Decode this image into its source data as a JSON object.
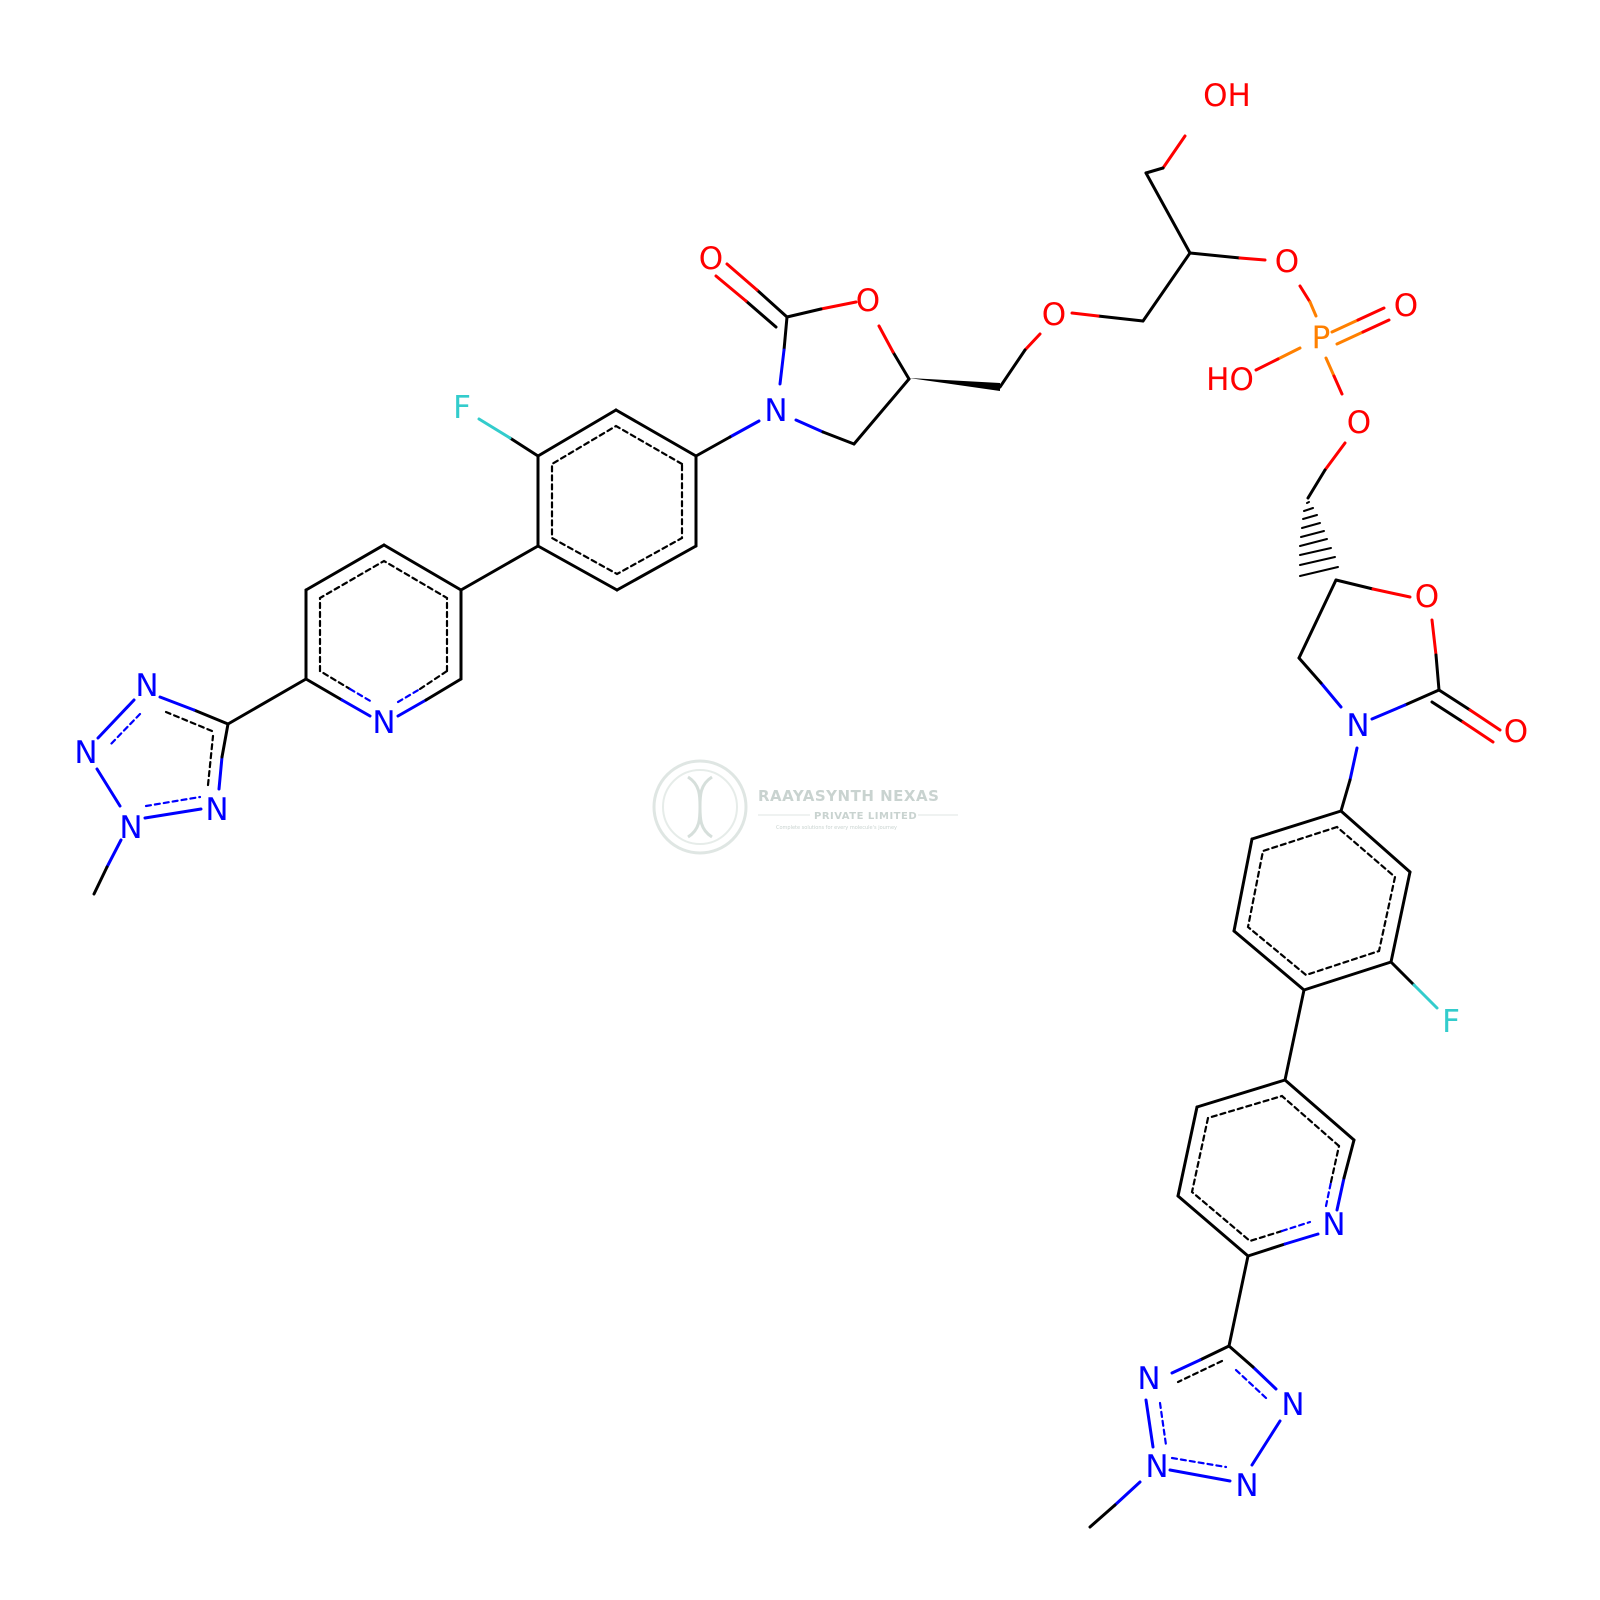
{
  "colors": {
    "bond": "#000000",
    "nitrogen": "#0000ff",
    "oxygen": "#ff0000",
    "fluorine": "#33cccc",
    "phosphorus": "#ff8000",
    "watermark": "#c9d3d0"
  },
  "watermark": {
    "company": "RAAYASYNTH NEXAS",
    "subtitle": "PRIVATE LIMITED",
    "tagline": "Complete solutions for every molecule's journey"
  },
  "labels": {
    "oh_top": "OH",
    "o_glycerol_ester": "O",
    "p": "P",
    "o_p_double": "O",
    "oh_phosphate": "HO",
    "o_phosphate_ester": "O",
    "o_ether": "O",
    "o_carbonyl_left": "O",
    "o_ring_left": "O",
    "n_oxazolidinone_left": "N",
    "f_left": "F",
    "n_pyridine_left": "N",
    "n_tetrazole_left_1": "N",
    "n_tetrazole_left_2": "N",
    "n_tetrazole_left_3": "N",
    "n_tetrazole_left_4": "N",
    "o_ring_right": "O",
    "o_carbonyl_right": "O",
    "n_oxazolidinone_right": "N",
    "f_right": "F",
    "n_pyridine_right": "N",
    "n_tetrazole_right_1": "N",
    "n_tetrazole_right_2": "N",
    "n_tetrazole_right_3": "N",
    "n_tetrazole_right_4": "N"
  }
}
